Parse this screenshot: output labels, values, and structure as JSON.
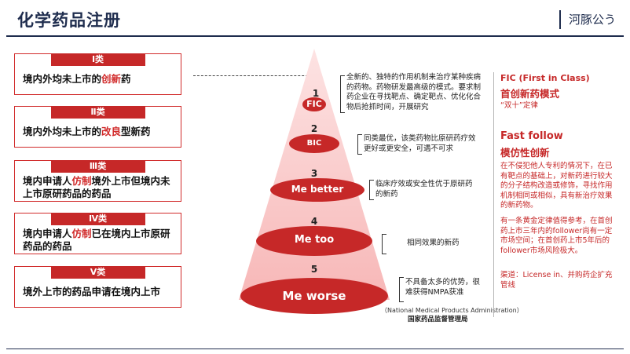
{
  "header": {
    "title": "化学药品注册",
    "brand": "河豚公う"
  },
  "categories": [
    {
      "tag": "Ⅰ类",
      "text_pre": "境内外均未上市的",
      "text_red": "创新",
      "text_post": "药"
    },
    {
      "tag": "Ⅱ类",
      "text_pre": "境内外均未上市的",
      "text_red": "改良",
      "text_post": "型新药"
    },
    {
      "tag": "Ⅲ类",
      "text_pre": "境内申请人",
      "text_red": "仿制",
      "text_post": "境外上市但境内未上市原研药品的药品"
    },
    {
      "tag": "Ⅳ类",
      "text_pre": "境内申请人",
      "text_red": "仿制",
      "text_post": "已在境内上市原研药品的药品"
    },
    {
      "tag": "Ⅴ类",
      "text_pre": "境外上市的药品申请在境内上市",
      "text_red": "",
      "text_post": ""
    }
  ],
  "pyramid": {
    "colors": {
      "light": "#fde3e3",
      "deep": "#c62828"
    },
    "tiers": [
      {
        "num": "1",
        "label": "FIC",
        "desc": "全新的、独特的作用机制来治疗某种疾病的药物。药物研发最高级的模式。要求制药企业在寻找靶点、确定靶点、优化化合物后抢抓时间，开展研究"
      },
      {
        "num": "2",
        "label": "BIC",
        "desc": "同类最优，该类药物比原研药疗效更好或更安全，可遇不可求"
      },
      {
        "num": "3",
        "label": "Me better",
        "desc": "临床疗效或安全性优于原研药的新药"
      },
      {
        "num": "4",
        "label": "Me too",
        "desc": "相同效果的新药"
      },
      {
        "num": "5",
        "label": "Me worse",
        "desc": "不具备太多的优势，很难获得NMPA获准"
      }
    ],
    "source_en": "（National Medical Products Administration）",
    "source_cn": "国家药品监督管理局"
  },
  "right_panel": {
    "fic_title": "FIC (First in Class)",
    "fic_sub": "首创新药模式",
    "fic_note": "“双十”定律",
    "ff_title": "Fast follow",
    "ff_sub": "模仿性创新",
    "ff_p1": "在不侵犯他人专利的情况下，在已有靶点的基础上，对新药进行较大的分子结构改造或修饰，寻找作用机制相同或相似，具有新治疗效果的新药物。",
    "ff_p2": "有一条黄金定律值得参考，在首创药上市三年内的follower尚有一定市场空间；在首创药上市5年后的follower市场风险极大。",
    "ff_p3": "渠道：License in、并购药企扩充管线"
  }
}
